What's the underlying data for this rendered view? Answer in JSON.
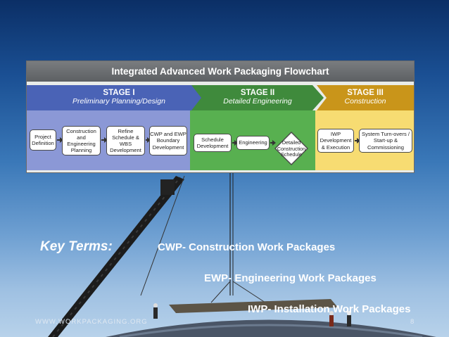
{
  "flowchart": {
    "title": "Integrated Advanced Work Packaging Flowchart",
    "stages": [
      {
        "label": "STAGE I",
        "subtitle": "Preliminary Planning/Design",
        "color": "#4a63b6",
        "body_color": "#8b98d6",
        "steps": [
          "Project Definition",
          "Construction and Engineering Planning",
          "Refine Schedule & WBS Development",
          "CWP and EWP Boundary Development"
        ]
      },
      {
        "label": "STAGE II",
        "subtitle": "Detailed Engineering",
        "color": "#3f8a3c",
        "body_color": "#58b050",
        "steps": [
          "Schedule Development",
          "Engineering",
          "Detailed Construction Schedule"
        ]
      },
      {
        "label": "STAGE III",
        "subtitle": "Construction",
        "color": "#c9951a",
        "body_color": "#f7dc72",
        "steps": [
          "IWP Development & Execution",
          "System Turn-overs / Start-up & Commissioning"
        ]
      }
    ]
  },
  "key_terms": {
    "heading": "Key Terms:",
    "terms": [
      "CWP- Construction Work Packages",
      "EWP- Engineering Work Packages",
      "IWP- Installation Work Packages"
    ]
  },
  "footer": {
    "url": "WWW.WORKPACKAGING.ORG",
    "page_number": "8"
  }
}
